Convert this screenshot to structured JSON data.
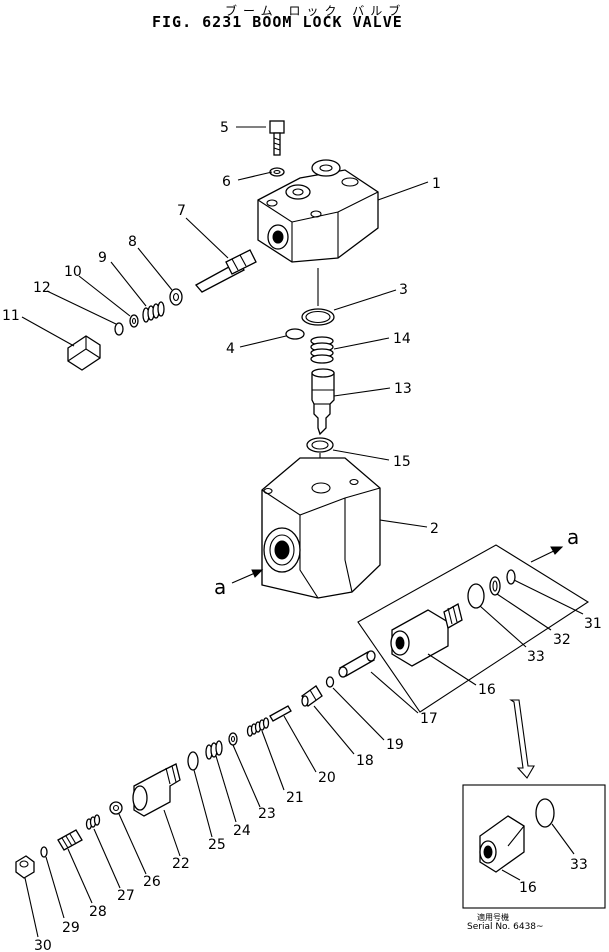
{
  "figure": {
    "number_title": "FIG. 6231  BOOM  LOCK  VALVE",
    "title_katakana": "ブーム ロック バルブ"
  },
  "parts": [
    {
      "id": "p1",
      "label": "1"
    },
    {
      "id": "p2",
      "label": "2"
    },
    {
      "id": "p3",
      "label": "3"
    },
    {
      "id": "p4",
      "label": "4"
    },
    {
      "id": "p5",
      "label": "5"
    },
    {
      "id": "p6",
      "label": "6"
    },
    {
      "id": "p7",
      "label": "7"
    },
    {
      "id": "p8",
      "label": "8"
    },
    {
      "id": "p9",
      "label": "9"
    },
    {
      "id": "p10",
      "label": "10"
    },
    {
      "id": "p11",
      "label": "11"
    },
    {
      "id": "p12",
      "label": "12"
    },
    {
      "id": "p13",
      "label": "13"
    },
    {
      "id": "p14",
      "label": "14"
    },
    {
      "id": "p15",
      "label": "15"
    },
    {
      "id": "p16",
      "label": "16"
    },
    {
      "id": "p16b",
      "label": "16"
    },
    {
      "id": "p17",
      "label": "17"
    },
    {
      "id": "p18",
      "label": "18"
    },
    {
      "id": "p19",
      "label": "19"
    },
    {
      "id": "p20",
      "label": "20"
    },
    {
      "id": "p21",
      "label": "21"
    },
    {
      "id": "p22",
      "label": "22"
    },
    {
      "id": "p23",
      "label": "23"
    },
    {
      "id": "p24",
      "label": "24"
    },
    {
      "id": "p25",
      "label": "25"
    },
    {
      "id": "p26",
      "label": "26"
    },
    {
      "id": "p27",
      "label": "27"
    },
    {
      "id": "p28",
      "label": "28"
    },
    {
      "id": "p29",
      "label": "29"
    },
    {
      "id": "p30",
      "label": "30"
    },
    {
      "id": "p31",
      "label": "31"
    },
    {
      "id": "p32",
      "label": "32"
    },
    {
      "id": "p33",
      "label": "33"
    },
    {
      "id": "p33b",
      "label": "33"
    }
  ],
  "reference_marks": {
    "a_left": "a",
    "a_right": "a"
  },
  "serial": {
    "japanese": "適用号機",
    "text": "Serial No. 6438~"
  }
}
